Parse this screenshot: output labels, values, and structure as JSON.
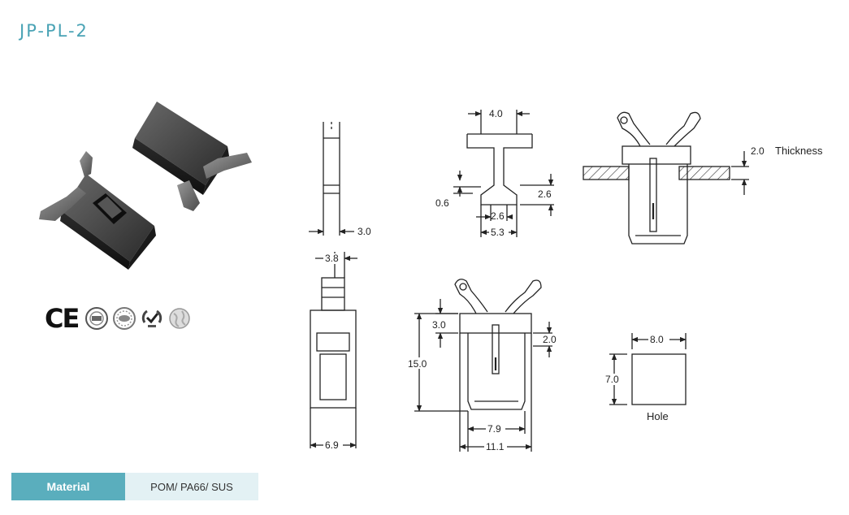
{
  "product": {
    "title": "JP-PL-2"
  },
  "certifications": {
    "ce_mark": "CE",
    "badges": [
      "iso-9001-icon",
      "iso-icon",
      "quality-check-icon",
      "globe-icon"
    ]
  },
  "dimensions": {
    "side_width": "3.0",
    "top_width": "4.0",
    "notch_depth": "0.6",
    "tip_height": "2.6",
    "tip_width": "2.6",
    "base_width": "5.3",
    "thickness_value": "2.0",
    "thickness_label": "Thickness",
    "front_top": "3.8",
    "front_bottom": "6.9",
    "flange_height": "3.0",
    "total_height": "15.0",
    "clip_offset": "2.0",
    "inner_width": "7.9",
    "outer_width": "11.1",
    "hole_width": "8.0",
    "hole_height": "7.0",
    "hole_label": "Hole"
  },
  "material": {
    "label": "Material",
    "value": "POM/ PA66/ SUS"
  }
}
